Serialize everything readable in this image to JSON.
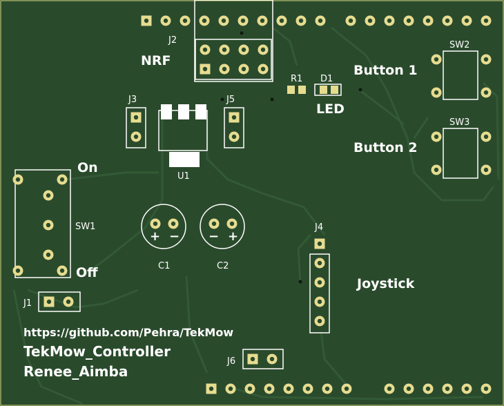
{
  "board": {
    "background": "#2a4a2c",
    "trace_color": "#335a36",
    "silk_color": "#ffffff",
    "pad_color": "#e6dc90"
  },
  "labels": {
    "j2": "J2",
    "nrf": "NRF",
    "r1": "R1",
    "d1": "D1",
    "led": "LED",
    "button1": "Button 1",
    "button2": "Button 2",
    "sw2": "SW2",
    "sw3": "SW3",
    "j3": "J3",
    "j5": "J5",
    "u1": "U1",
    "on": "On",
    "off": "Off",
    "sw1": "SW1",
    "c1": "C1",
    "c2": "C2",
    "c1_plus": "+",
    "c1_minus": "−",
    "c2_minus": "−",
    "c2_plus": "+",
    "j4": "J4",
    "joystick": "Joystick",
    "j1": "J1",
    "j6": "J6",
    "url": "https://github.com/Pehra/TekMow",
    "project": "TekMow_Controller",
    "author": "Renee_Aimba"
  }
}
